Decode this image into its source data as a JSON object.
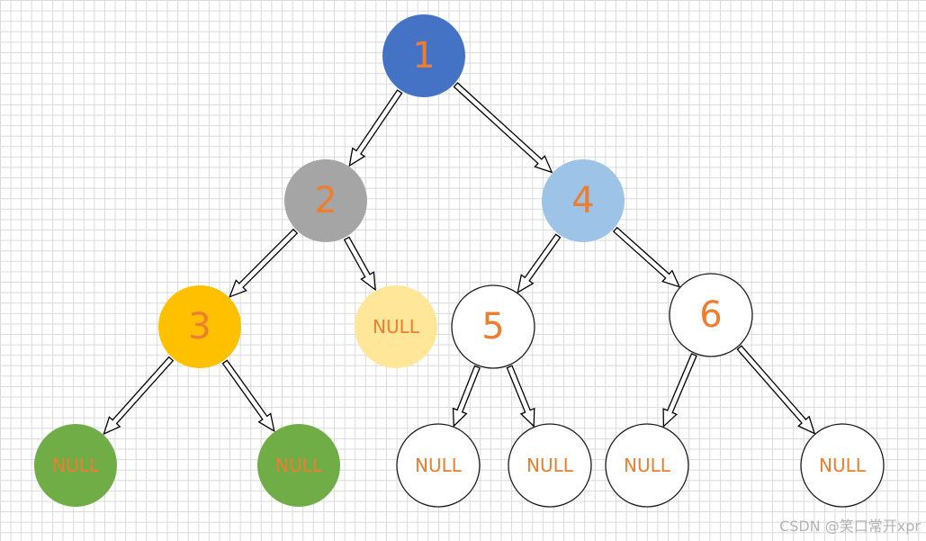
{
  "nodes": {
    "n1": {
      "label": "1",
      "fill": "#4472c4"
    },
    "n2": {
      "label": "2",
      "fill": "#a5a5a5"
    },
    "n4": {
      "label": "4",
      "fill": "#9dc3e6"
    },
    "n3": {
      "label": "3",
      "fill": "#ffc000"
    },
    "n2r": {
      "label": "NULL",
      "fill": "#ffe699"
    },
    "n5": {
      "label": "5",
      "fill": "#ffffff"
    },
    "n6": {
      "label": "6",
      "fill": "#ffffff"
    },
    "n3l": {
      "label": "NULL",
      "fill": "#70ad47"
    },
    "n3r": {
      "label": "NULL",
      "fill": "#70ad47"
    },
    "n5l": {
      "label": "NULL",
      "fill": "#ffffff"
    },
    "n5r": {
      "label": "NULL",
      "fill": "#ffffff"
    },
    "n6l": {
      "label": "NULL",
      "fill": "#ffffff"
    },
    "n6r": {
      "label": "NULL",
      "fill": "#ffffff"
    }
  },
  "edges": [
    [
      "n1",
      "n2"
    ],
    [
      "n1",
      "n4"
    ],
    [
      "n2",
      "n3"
    ],
    [
      "n2",
      "n2r"
    ],
    [
      "n4",
      "n5"
    ],
    [
      "n4",
      "n6"
    ],
    [
      "n3",
      "n3l"
    ],
    [
      "n3",
      "n3r"
    ],
    [
      "n5",
      "n5l"
    ],
    [
      "n5",
      "n5r"
    ],
    [
      "n6",
      "n6l"
    ],
    [
      "n6",
      "n6r"
    ]
  ],
  "label_color": "#ed7d31",
  "watermark": "CSDN @笑口常开xpr"
}
